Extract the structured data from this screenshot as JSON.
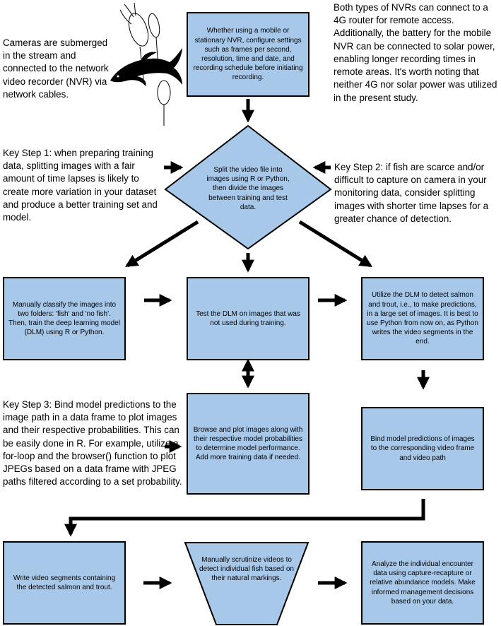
{
  "notes": {
    "cameras": "Cameras are submerged in the stream and connected to the network video recorder (NVR) via network cables.",
    "nvr_4g": "Both types of NVRs can connect to a 4G router for remote access. Additionally, the battery for the mobile NVR can be connected to solar power, enabling longer recording times in remote areas. It's worth noting that neither 4G nor solar power was utilized in the present study.",
    "key_step_1": "Key Step 1: when preparing training data, splitting images with a fair amount of time lapses is likely to create more variation in your dataset and produce a better training set and model.",
    "key_step_2": "Key Step 2: if fish are scarce and/or difficult to capture on camera in your monitoring data, consider splitting images with shorter time lapses for a greater chance of detection.",
    "key_step_3": "Key Step 3: Bind model predictions to the image path in a data frame to plot images and their respective probabilities. This can be easily done in R. For example, utilize a for-loop and the browser() function to plot JPEGs based on a data frame with JPEG paths filtered according to a set probability."
  },
  "steps": {
    "configure_nvr": "Whether using a mobile or stationary NVR, configure settings such as frames per second, resolution, time and date, and recording schedule before initiating recording.",
    "split_video": "Split the video file into images using R or Python, then divide the images between training and test data.",
    "classify_train": "Manually classify the images into two folders: 'fish' and 'no fish'. Then, train the deep learning model (DLM) using R or Python.",
    "test_dlm": "Test the DLM on images that was not used during training.",
    "utilize_dlm": "Utilize the DLM to detect salmon and trout, i.e., to make predictions, in a large set of images. It is best to use Python from now on, as Python writes the video segments in the end.",
    "browse_plot": "Browse and plot images along with their respective model probabilities to determine model performance. Add more training data if needed.",
    "bind_predictions": "Bind model predictions of images to the corresponding video frame and video path",
    "write_segments": "Write video segments containing the detected salmon and trout.",
    "scrutinize": "Manually scrutinize videos to detect individual fish based on their natural markings.",
    "analyze": "Analyze the individual encounter data using capture-recapture or relative abundance models. Make informed management decisions based on your data."
  },
  "colors": {
    "box_fill": "#a8c8ea",
    "outline": "#000000",
    "background": "#ffffff"
  },
  "icons": {
    "illustration": "fish-in-stream-illustration"
  }
}
